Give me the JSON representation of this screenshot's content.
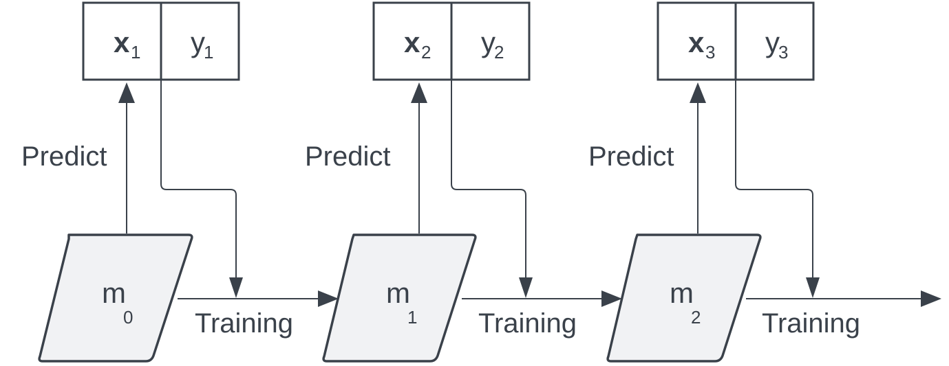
{
  "diagram": {
    "stages": [
      {
        "x_label": "x",
        "x_sub": "1",
        "y_label": "y",
        "y_sub": "1",
        "model": "m",
        "model_sub": "0",
        "predict_label": "Predict",
        "training_label": "Training"
      },
      {
        "x_label": "x",
        "x_sub": "2",
        "y_label": "y",
        "y_sub": "2",
        "model": "m",
        "model_sub": "1",
        "predict_label": "Predict",
        "training_label": "Training"
      },
      {
        "x_label": "x",
        "x_sub": "3",
        "y_label": "y",
        "y_sub": "3",
        "model": "m",
        "model_sub": "2",
        "predict_label": "Predict",
        "training_label": "Training"
      }
    ],
    "colors": {
      "stroke": "#3a414a",
      "model_fill": "#f1f2f4",
      "box_fill": "#ffffff"
    }
  }
}
